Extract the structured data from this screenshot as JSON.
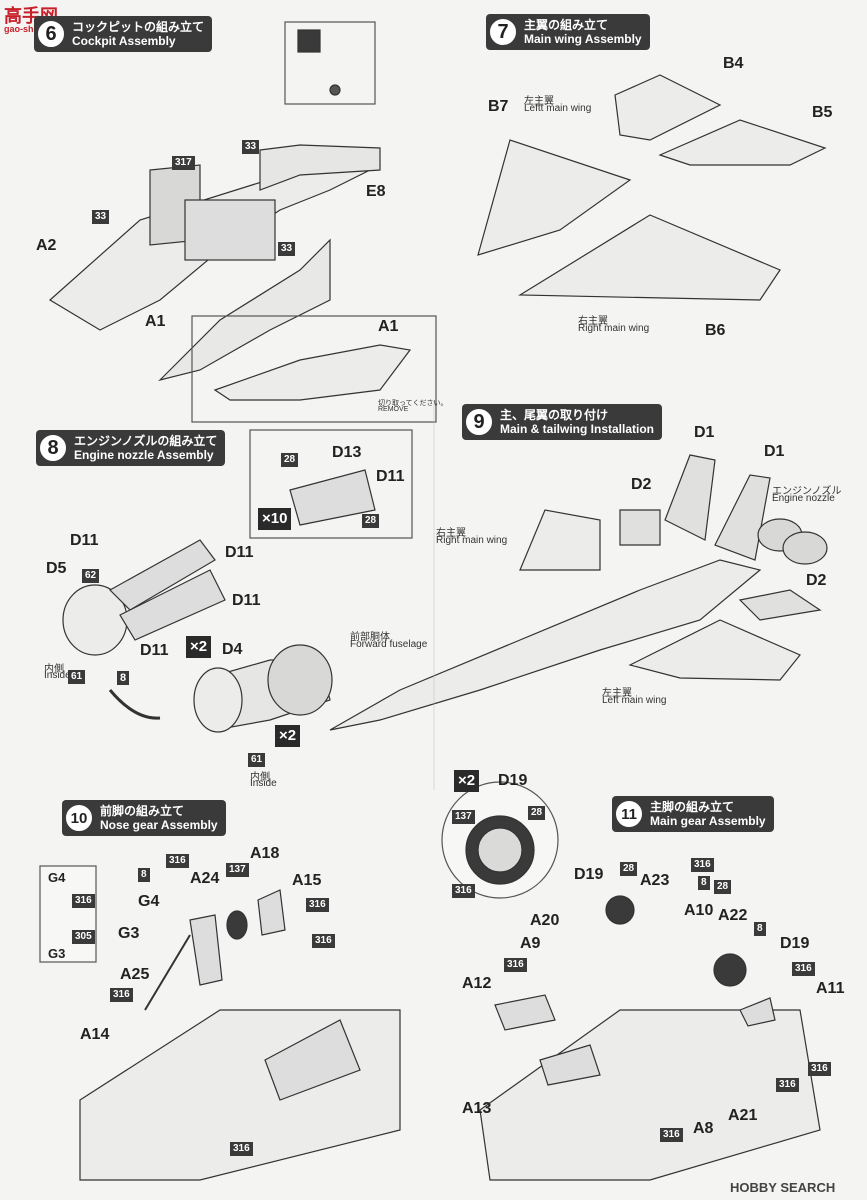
{
  "watermark_top": {
    "logo_cn": "高手网",
    "url": "gao-shou.com"
  },
  "watermark_bottom": {
    "brand": "HOBBY SEARCH"
  },
  "steps": {
    "s6": {
      "num": "6",
      "jp": "コックピットの組み立て",
      "en": "Cockpit Assembly"
    },
    "s7": {
      "num": "7",
      "jp": "主翼の組み立て",
      "en": "Main wing Assembly"
    },
    "s8": {
      "num": "8",
      "jp": "エンジンノズルの組み立て",
      "en": "Engine nozzle Assembly"
    },
    "s9": {
      "num": "9",
      "jp": "主、尾翼の取り付け",
      "en": "Main & tailwing Installation"
    },
    "s10": {
      "num": "10",
      "jp": "前脚の組み立て",
      "en": "Nose gear Assembly"
    },
    "s11": {
      "num": "11",
      "jp": "主脚の組み立て",
      "en": "Main gear Assembly"
    }
  },
  "cockpit": {
    "parts": [
      "A2",
      "A1",
      "E8",
      "A1"
    ],
    "tags": [
      "317",
      "33",
      "33",
      "33"
    ],
    "remove_jp": "切り取ってください。",
    "remove_en": "REMOVE"
  },
  "mainwing": {
    "parts": [
      "B4",
      "B5",
      "B7",
      "B6"
    ],
    "left_jp": "左主翼",
    "left_en": "Leftt main wing",
    "right_jp": "右主翼",
    "right_en": "Right main wing"
  },
  "nozzle": {
    "parts": [
      "D13",
      "D11",
      "D11",
      "D5",
      "D11",
      "D11",
      "D11",
      "D4"
    ],
    "tags": [
      "28",
      "28",
      "62",
      "8",
      "61",
      "61"
    ],
    "mult": [
      "×10",
      "×2",
      "×2"
    ],
    "inside_jp": "内側",
    "inside_en": "Inside",
    "inside2_jp": "内側",
    "inside2_en": "Inside"
  },
  "install": {
    "parts": [
      "D1",
      "D1",
      "D2",
      "D2"
    ],
    "nozzle_jp": "エンジンノズル",
    "nozzle_en": "Engine nozzle",
    "right_jp": "右主翼",
    "right_en": "Right main wing",
    "fwd_jp": "前部胴体",
    "fwd_en": "Forward fuselage",
    "left_jp": "左主翼",
    "left_en": "Left main wing"
  },
  "wheel": {
    "mult": "×2",
    "part": "D19",
    "tags": [
      "137",
      "28",
      "316"
    ]
  },
  "nosegear": {
    "parts": [
      "G4",
      "G4",
      "G3",
      "G3",
      "A24",
      "A18",
      "A15",
      "A25",
      "A14"
    ],
    "tags": [
      "8",
      "316",
      "137",
      "316",
      "316",
      "316",
      "305",
      "316",
      "316"
    ]
  },
  "maingear": {
    "parts": [
      "D19",
      "A23",
      "A10",
      "A22",
      "D19",
      "A20",
      "A9",
      "A12",
      "A11",
      "A13",
      "A8",
      "A21"
    ],
    "tags": [
      "28",
      "316",
      "8",
      "28",
      "8",
      "316",
      "316",
      "316",
      "316",
      "316"
    ]
  }
}
